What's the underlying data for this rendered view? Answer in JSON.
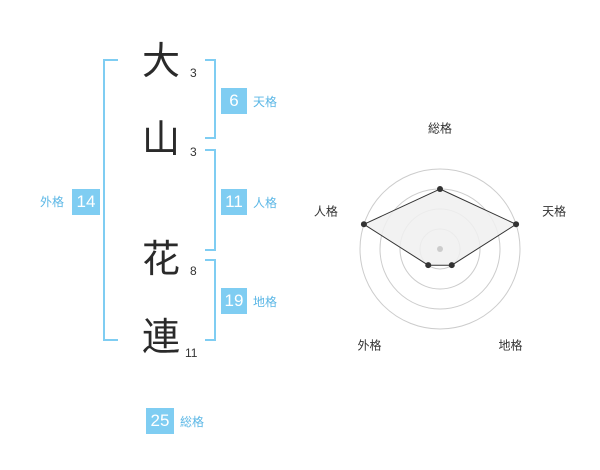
{
  "name": {
    "chars": [
      {
        "char": "大",
        "strokes": "3"
      },
      {
        "char": "山",
        "strokes": "3"
      },
      {
        "char": "花",
        "strokes": "8"
      },
      {
        "char": "連",
        "strokes": "11"
      }
    ]
  },
  "fortunes": {
    "tenkaku": {
      "value": "6",
      "label": "天格"
    },
    "jinkaku": {
      "value": "11",
      "label": "人格"
    },
    "chikaku": {
      "value": "19",
      "label": "地格"
    },
    "gaikaku": {
      "value": "14",
      "label": "外格"
    },
    "soukaku": {
      "value": "25",
      "label": "総格"
    }
  },
  "colors": {
    "accent": "#7fcdf2",
    "bracket": "#7fcdf2",
    "label_text": "#5bb7e6",
    "radar_fill": "#f0f0f0",
    "radar_stroke": "#333333",
    "ring": "#cccccc"
  },
  "chart_data": {
    "type": "radar",
    "axes": [
      "総格",
      "天格",
      "地格",
      "外格",
      "人格"
    ],
    "levels": 4,
    "max": 4,
    "values": [
      3,
      4,
      1,
      1,
      4
    ],
    "grid": true
  }
}
